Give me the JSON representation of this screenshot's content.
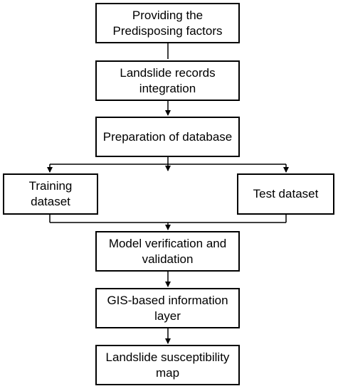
{
  "flowchart": {
    "steps": [
      "Providing the Predisposing factors",
      "Landslide records integration",
      "Preparation of database",
      "Training dataset",
      "Test dataset",
      "Model verification and validation",
      "GIS-based information layer",
      "Landslide susceptibility map"
    ],
    "line_color": "#000000",
    "box_fill": "#ffffff"
  }
}
